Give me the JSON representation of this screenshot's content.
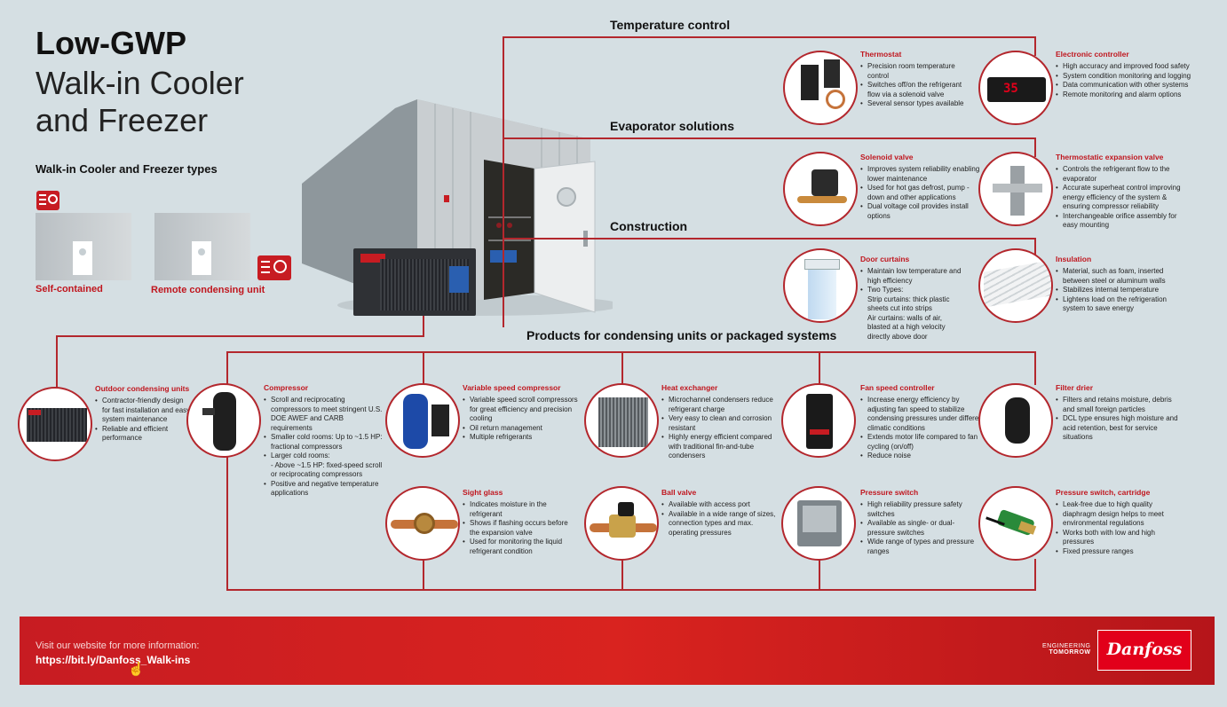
{
  "header": {
    "title_bold": "Low-GWP",
    "title_line2": "Walk-in Cooler",
    "title_line3": "and Freezer",
    "types_title": "Walk-in Cooler and Freezer types",
    "type1": "Self-contained",
    "type2": "Remote condensing unit"
  },
  "sections": {
    "temperature": "Temperature control",
    "evaporator": "Evaporator solutions",
    "construction": "Construction",
    "products": "Products for condensing units or packaged systems"
  },
  "items": {
    "thermostat": {
      "title": "Thermostat",
      "bullets": [
        "Precision room temperature control",
        "Switches off/on the refrigerant flow via a solenoid valve",
        "Several sensor types available"
      ]
    },
    "controller": {
      "title": "Electronic controller",
      "display": "35",
      "bullets": [
        "High accuracy and improved food safety",
        "System condition monitoring and logging",
        "Data communication with other systems",
        "Remote monitoring and alarm options"
      ]
    },
    "solenoid": {
      "title": "Solenoid valve",
      "bullets": [
        "Improves system reliability enabling lower maintenance",
        "Used for hot gas defrost, pump -down and other applications",
        "Dual voltage coil provides install options"
      ]
    },
    "txv": {
      "title": "Thermostatic expansion valve",
      "bullets": [
        "Controls the refrigerant flow to the evaporator",
        "Accurate superheat control improving energy efficiency of the system & ensuring compressor reliability",
        "Interchangeable orifice assembly for easy mounting"
      ]
    },
    "curtains": {
      "title": "Door curtains",
      "bullets": [
        "Maintain low temperature and high efficiency",
        "Two Types:"
      ],
      "sub": [
        "Strip curtains: thick plastic sheets cut into strips",
        "Air curtains: walls of air, blasted at a high velocity directly above door"
      ]
    },
    "insulation": {
      "title": "Insulation",
      "bullets": [
        "Material, such as foam, inserted between steel or aluminum walls",
        "Stabilizes internal temperature",
        "Lightens load on the refrigeration system to save energy"
      ]
    },
    "outdoor": {
      "title": "Outdoor condensing units",
      "bullets": [
        "Contractor-friendly design for fast installation and easy system maintenance",
        "Reliable and efficient performance"
      ]
    },
    "compressor": {
      "title": "Compressor",
      "bullets": [
        "Scroll and reciprocating compressors to meet stringent U.S. DOE AWEF and CARB requirements",
        "Smaller cold rooms: Up to ~1.5 HP: fractional compressors",
        "Larger cold rooms:"
      ],
      "sub": [
        "- Above ~1.5 HP: fixed-speed scroll or reciprocating compressors"
      ],
      "bullets2": [
        "Positive and negative temperature applications"
      ]
    },
    "vscompressor": {
      "title": "Variable speed compressor",
      "bullets": [
        "Variable speed scroll compressors for great efficiency and precision cooling",
        "Oil return management",
        "Multiple refrigerants"
      ]
    },
    "heatex": {
      "title": "Heat exchanger",
      "bullets": [
        "Microchannel condensers reduce refrigerant charge",
        "Very easy to clean and corrosion resistant",
        "Highly energy efficient compared with traditional fin-and-tube condensers"
      ]
    },
    "fanspeed": {
      "title": "Fan speed controller",
      "bullets": [
        "Increase energy efficiency by adjusting fan speed to stabilize condensing pressures under different climatic conditions",
        "Extends motor life compared to fan cycling (on/off)",
        "Reduce noise"
      ]
    },
    "filter": {
      "title": "Filter drier",
      "bullets": [
        "Filters and retains moisture, debris and small foreign particles",
        "DCL type ensures high moisture and acid retention, best for service situations"
      ]
    },
    "sightglass": {
      "title": "Sight glass",
      "bullets": [
        "Indicates moisture in the refrigerant",
        "Shows if flashing occurs before the expansion valve",
        "Used for monitoring the liquid refrigerant condition"
      ]
    },
    "ballvalve": {
      "title": "Ball valve",
      "bullets": [
        "Available with access port",
        "Available in a wide range of sizes, connection types and max. operating pressures"
      ]
    },
    "pswitch": {
      "title": "Pressure switch",
      "bullets": [
        "High reliability pressure safety switches",
        "Available as single- or dual-pressure switches",
        "Wide range of types and pressure ranges"
      ]
    },
    "pcartridge": {
      "title": "Pressure switch, cartridge",
      "bullets": [
        "Leak-free due to high quality diaphragm design helps to meet environmental regulations",
        "Works both with low and high pressures",
        "Fixed pressure ranges"
      ]
    }
  },
  "footer": {
    "visit": "Visit our website for more information:",
    "url": "https://bit.ly/Danfoss_Walk-ins",
    "engineering": "ENGINEERING",
    "tomorrow": "TOMORROW",
    "brand": "Danfoss"
  },
  "colors": {
    "accent": "#b3272d",
    "footer": "#d9231f",
    "background": "#d5dfe3"
  }
}
